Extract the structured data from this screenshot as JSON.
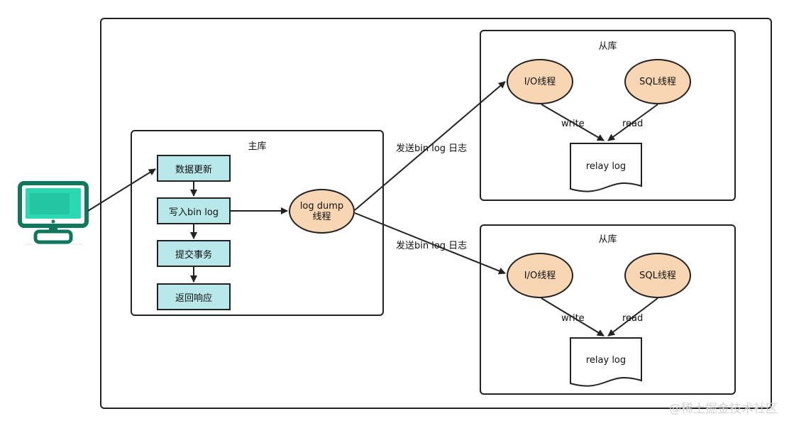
{
  "master": {
    "title": "主库",
    "steps": [
      "数据更新",
      "写入bin log",
      "提交事务",
      "返回响应"
    ],
    "dump_thread": [
      "log dump",
      "线程"
    ]
  },
  "edges": {
    "send_top": "发送bin log 日志",
    "send_bottom": "发送bin log 日志"
  },
  "slaves": [
    {
      "title": "从库",
      "io_thread": "I/O线程",
      "sql_thread": "SQL线程",
      "write_label": "write",
      "read_label": "read",
      "relay_log": "relay log"
    },
    {
      "title": "从库",
      "io_thread": "I/O线程",
      "sql_thread": "SQL线程",
      "write_label": "write",
      "read_label": "read",
      "relay_log": "relay log"
    }
  ],
  "watermark": "@稀土掘金技术社区",
  "colors": {
    "step_fill": "#b9e8ea",
    "ellipse_fill": "#f8d5b3",
    "monitor_dark": "#10775c",
    "monitor_screen": "#2bd8b1"
  }
}
